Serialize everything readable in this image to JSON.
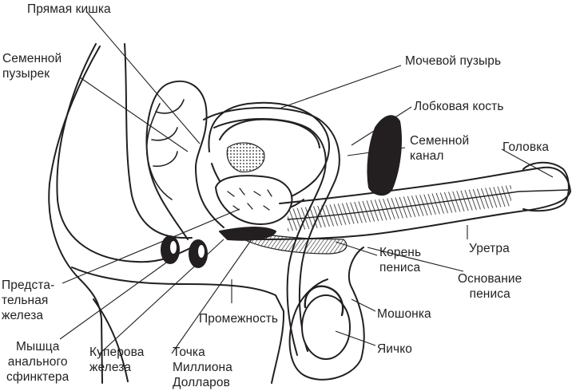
{
  "diagram": {
    "ink_color": "#231f20",
    "background": "#ffffff",
    "labels": {
      "rectum": "Прямая кишка",
      "seminal_vesicle": "Семенной\nпузырек",
      "bladder": "Мочевой пузырь",
      "pubic_bone": "Лобковая кость",
      "vas_deferens": "Семенной\nканал",
      "glans": "Головка",
      "urethra": "Уретра",
      "penis_root": "Корень\nпениса",
      "penis_base": "Основание\nпениса",
      "scrotum": "Мошонка",
      "testicle": "Яичко",
      "prostate": "Предста-\nтельная\nжелеза",
      "anal_sphincter": "Мышца\nанального\nсфинктера",
      "cowper_gland": "Куперова\nжелеза",
      "million_dollar_point": "Точка\nМиллиона\nДолларов",
      "perineum": "Промежность"
    }
  }
}
